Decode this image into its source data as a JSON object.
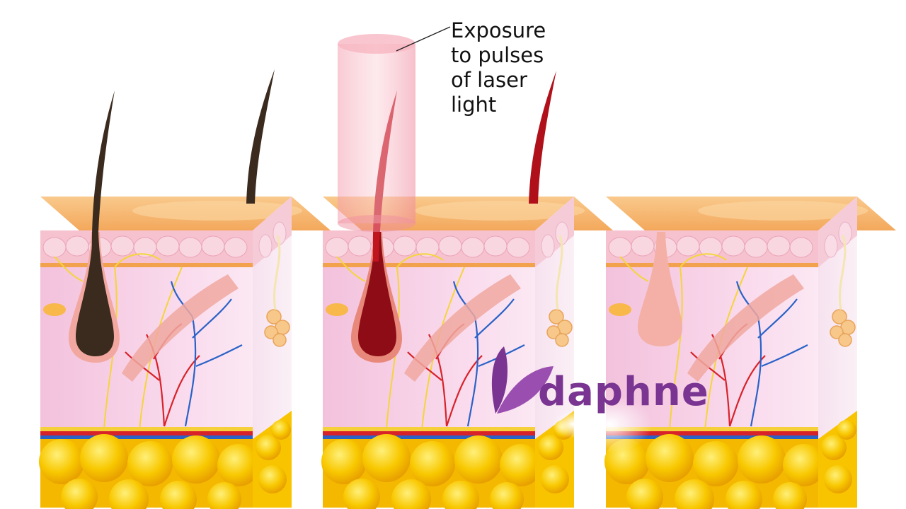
{
  "callout": {
    "lines": [
      "Exposure",
      "to pulses",
      "of laser",
      "light"
    ]
  },
  "brand": {
    "name": "daphne",
    "color": "#7a3592",
    "icon": "leaf-icon"
  },
  "stages": [
    {
      "id": "before",
      "hair_color": "#3b2a1e",
      "follicle": "dark"
    },
    {
      "id": "during",
      "hair_color": "#c0141e",
      "follicle": "heated",
      "laser": true
    },
    {
      "id": "after",
      "hair_color": "none",
      "follicle": "damaged"
    }
  ],
  "colors": {
    "skin_surface": "#f6b46a",
    "dermis": "#f7cfe6",
    "fat": "#f7c400",
    "artery": "#d8222a",
    "vein": "#2a62c8",
    "nerve": "#f4d53a",
    "laser": "#f7a8b4"
  }
}
